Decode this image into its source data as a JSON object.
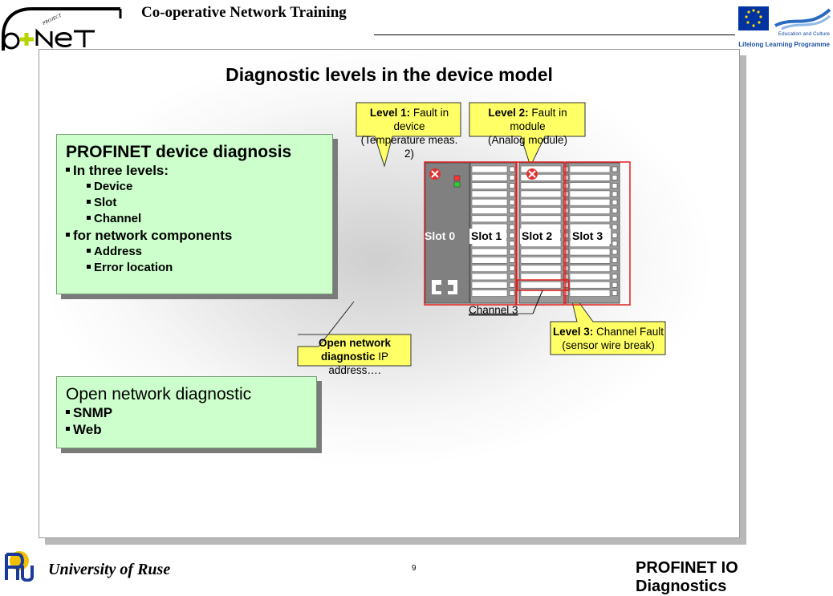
{
  "header": {
    "title": "Co-operative Network Training"
  },
  "logo_left": {
    "text_small": "PROJECT",
    "text_main": "CNeT"
  },
  "logo_right": {
    "caption_top": "Education and Culture",
    "caption_bottom": "Lifelong Learning Programme"
  },
  "slide": {
    "title": "Diagnostic levels in the device model",
    "box1": {
      "title": "PROFINET device diagnosis",
      "items": [
        {
          "label": "In three levels:",
          "subitems": [
            "Device",
            "Slot",
            "Channel"
          ]
        },
        {
          "label": "for network components",
          "subitems": [
            "Address",
            "Error location"
          ]
        }
      ]
    },
    "box2": {
      "title": "Open network diagnostic",
      "items": [
        "SNMP",
        "Web"
      ]
    },
    "callouts": {
      "level1": {
        "bold": "Level 1:",
        "text": "Fault in device",
        "line2": "(Temperature meas. 2)"
      },
      "level2": {
        "bold": "Level 2:",
        "text": "Fault in module",
        "line2": "(Analog module)"
      },
      "level3": {
        "bold": "Level 3:",
        "text": "Channel Fault",
        "line2": "(sensor wire break)"
      },
      "open": {
        "bold": "Open network diagnostic",
        "text": "IP",
        "line2": "address…."
      }
    },
    "device": {
      "slots": [
        "Slot 0",
        "Slot 1",
        "Slot 2",
        "Slot 3"
      ],
      "channel_label": "Channel 3"
    }
  },
  "footer": {
    "university": "University of Ruse",
    "page": "9",
    "course": "PROFINET IO Diagnostics"
  },
  "colors": {
    "green_box": "#ccffcc",
    "callout_fill": "#ffff66",
    "fault_red": "#e03030",
    "module_gray": "#808080"
  }
}
